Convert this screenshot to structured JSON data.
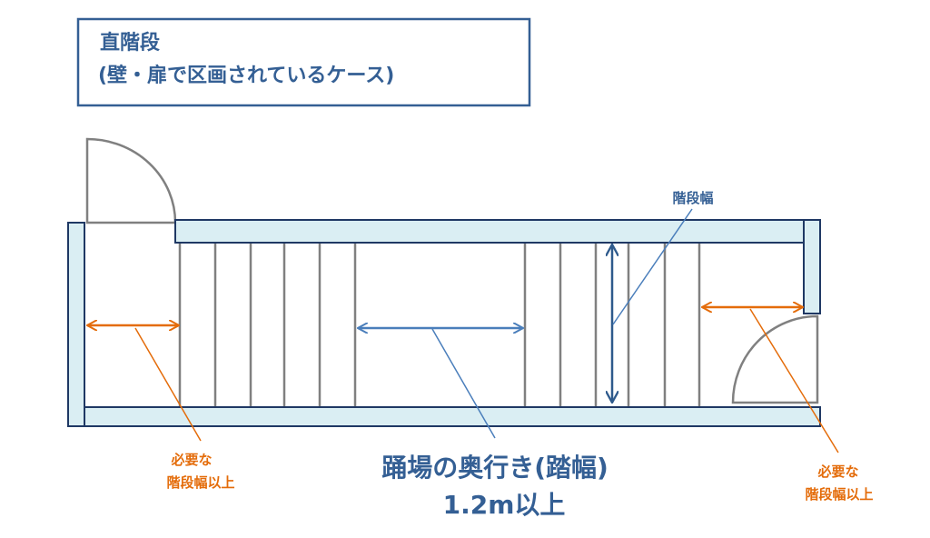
{
  "title": {
    "line1": "直階段",
    "line2": "(壁・扉で区画されているケース)"
  },
  "labels": {
    "stair_width": "階段幅",
    "landing_depth_line1": "踊場の奥行き(踏幅)",
    "landing_depth_line2": "1.2m以上",
    "left_required_line1": "必要な",
    "left_required_line2": "階段幅以上",
    "right_required_line1": "必要な",
    "right_required_line2": "階段幅以上"
  },
  "colors": {
    "text_blue": "#345f94",
    "orange": "#e46c0a",
    "arrow_blue": "#4a7ebb",
    "wall_fill": "#daeef3",
    "wall_stroke": "#1f3864"
  }
}
